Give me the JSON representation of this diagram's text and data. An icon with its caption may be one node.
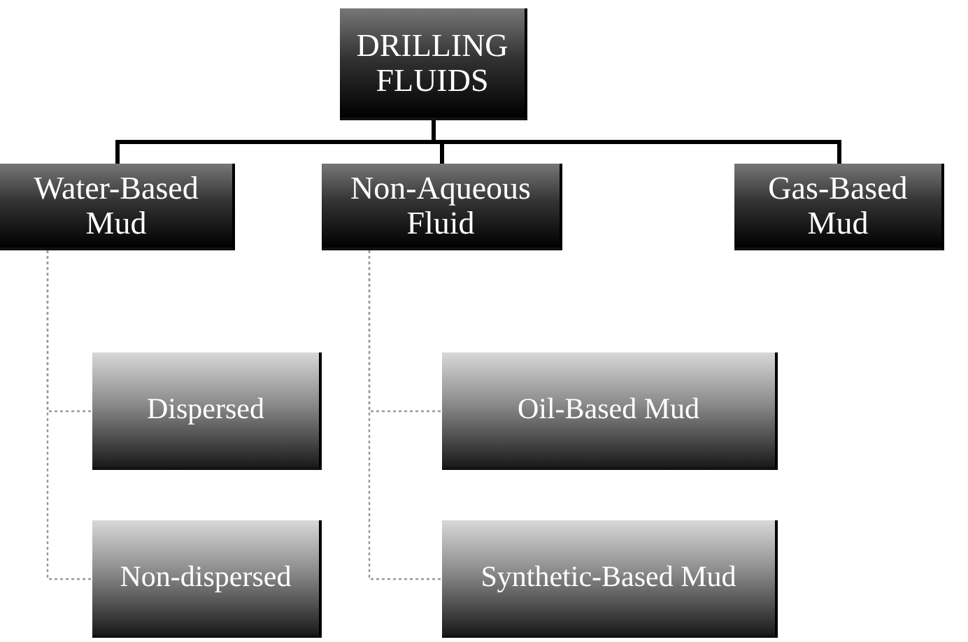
{
  "diagram": {
    "nodes": [
      {
        "text": [
          "DRILLING FLUIDS"
        ]
      },
      {
        "text": [
          "Water-Based Mud"
        ]
      },
      {
        "text": [
          "Non-Aqueous Fluid"
        ]
      },
      {
        "text": [
          "Gas-Based Mud"
        ]
      },
      {
        "text": [
          "Dispersed"
        ]
      },
      {
        "text": [
          "Non-dispersed"
        ]
      },
      {
        "text": [
          "Oil-Based Mud"
        ]
      },
      {
        "text": [
          "Synthetic-Based Mud"
        ]
      }
    ],
    "edges": [
      {
        "from": 0,
        "to": 1,
        "arrow": "none",
        "style": "thick",
        "color": "#000000"
      },
      {
        "from": 0,
        "to": 2,
        "arrow": "none",
        "style": "thick",
        "color": "#000000"
      },
      {
        "from": 0,
        "to": 3,
        "arrow": "none",
        "style": "thick",
        "color": "#000000"
      },
      {
        "from": 1,
        "to": 4,
        "arrow": "none",
        "style": "dashed"
      },
      {
        "from": 1,
        "to": 5,
        "arrow": "none",
        "style": "dashed"
      },
      {
        "from": 2,
        "to": 6,
        "arrow": "none",
        "style": "dashed"
      },
      {
        "from": 2,
        "to": 7,
        "arrow": "none",
        "style": "dashed"
      }
    ]
  }
}
